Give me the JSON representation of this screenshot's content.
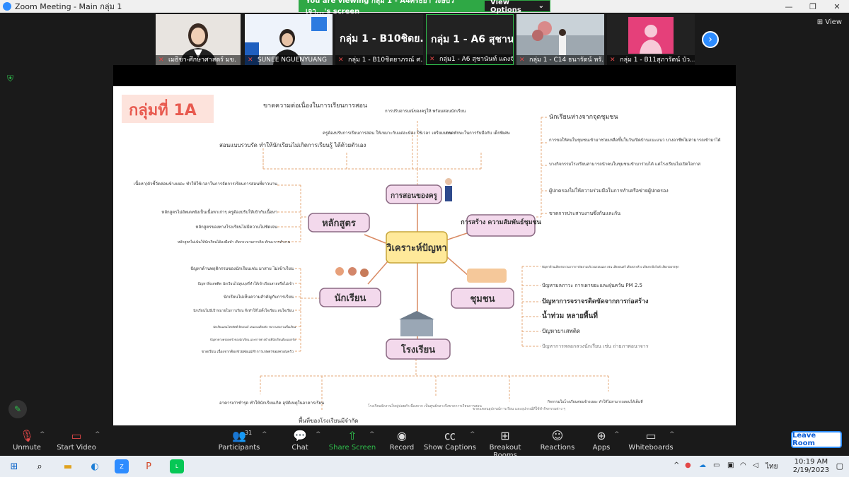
{
  "window": {
    "title": "Zoom Meeting - Main กลุ่ม 1",
    "min": "—",
    "max": "❐",
    "close": "✕"
  },
  "banner": {
    "message": "You are viewing กลุ่ม 1 - A4ศิริธิยา วงษ์บัวเจา...'s screen",
    "view_options": "View Options",
    "caret": "⌄"
  },
  "gallery": {
    "tiles": [
      {
        "name": "เมธิชา-ศึกษาศาสตร์ มข.",
        "big": ""
      },
      {
        "name": "SUNEE NGUENYUANG",
        "big": ""
      },
      {
        "name": "กลุ่ม 1 - B10ชิดยาภรณ์ ศ...",
        "big": "กลุ่ม 1 - B10ชิดย..."
      },
      {
        "name": "กลุ่ม1 - A6 สุชานันท์ แดงจันท...",
        "big": "กลุ่ม 1 - A6 สุชาน..."
      },
      {
        "name": "กลุ่ม 1 - C14 ธนารัตน์ หรั...",
        "big": ""
      },
      {
        "name": "กลุ่ม 1 - B11สุภารัตน์ บัว...",
        "big": ""
      }
    ],
    "view_label": "View",
    "next_icon": "›"
  },
  "mindmap": {
    "title": "กลุ่มที่ 1A",
    "center": "วิเคราะห์ปัญหา",
    "nodes": {
      "teaching": "การสอนของครู",
      "community_rel": "การสร้าง ความสัมพันธ์ชุมชน",
      "curriculum": "หลักสูตร",
      "student": "นักเรียน",
      "community": "ชุมชน",
      "school": "โรงเรียน"
    },
    "teaching_items": [
      "ขาดความต่อเนื่องในการเรียนการสอน",
      "การปรับอารมณ์ของครูให้ พร้อมสอนนักเรียน",
      "สอนแบบรวบรัด ทำให้นักเรียนไม่เกิดการเรียนรู้ ได้ด้วยตัวเอง",
      "ครูต้องปรับการเรียนการสอน ให้เหมาะกับแต่ละห้อง ใช้เวลา เตรียมนาน",
      "ขาดทักษะในการรับมือกับ เด็กพิเศษ"
    ],
    "community_rel_items": [
      "นักเรียนห่างจากจุดชุมชน",
      "การขอให้คนในชุมชนเข้ามาช่วยเหลือขึ้นในวันเปิดบ้านแนะแนว บางอาชีพไม่สามารถเข้ามาได้",
      "บางกิจกรรมโรงเรียนสามารถนำคนในชุมชนเข้ามาร่วมได้ แต่โรงเรียนไม่เปิดโอกาส",
      "ผู้ปกครองไม่ให้ความร่วมมือในการทำเครือข่ายผู้ปกครอง",
      "ขาดการประสานงานซึ่งกันและกัน"
    ],
    "curriculum_items": [
      "เนื้อหา/ตัวชี้วัดค่อนข้างเยอะ ทำให้ใช้เวลาในการจัดการเรียนการสอนที่ยาวนาน",
      "หลักสูตรไม่อัพเดทยังเป็นเนื้อหาเก่าๆ ครูต้องปรับให้เข้ากับเนื้อหา",
      "หลักสูตรของทางโรงเรียนไม่มีความไม่ชัดเจน",
      "หลักสูตรไม่เน้นให้นักเรียนได้ลงมือทำ เกิดกระบวนการคิด ทักษะการทำงาน"
    ],
    "student_items": [
      "ปัญหาด้านพฤติกรรมของนักเรียนเช่น มาสาย ไม่เข้าเรียน",
      "ปัญหาสิ่งเสพติด นักเรียนไปสูบบุหรี่ทำให้เข้าเรียนสายหรือไม่เข้า",
      "นักเรียนไม่เห็นความสำคัญกับการเรียน",
      "นักเรียนไม่มีเป้าหมายในการเรียน จึงทำให้ไม่ตั้งใจเรียน สนใจเรียน",
      "นักเรียนเล่นโทรศัพท์ ติดเกมส์ เล่นเกมเสียงดัง รบกวนก่อกวนชั้นเรียน",
      "ปัญหาทางครอบครัวของนักเรียน และการพาลบ้านที่นักเรียนต้องแบกรับ",
      "ขาดเรียน เนื่องจากต้องช่วยพ่อแม่ทำการเกษตรของครอบครัว"
    ],
    "community_items": [
      "ปัญหาด้านเสียงรบกวนจากการจัดงานบริเวณรอบนอก เช่น เสียงดนตรี เสียงประท้วง เสียงรถบีบไบค์ เสียงรอบรรทุก",
      "ปัญหามลภาวะ การเผาขยะและฝุ่นควัน PM 2.5",
      "ปัญหาการจราจรติดขัดจากการก่อสร้าง",
      "น้ำท่วม หลายพื้นที่",
      "ปัญหายาเสพติด",
      "ปัญหาการหลอกลวงนักเรียน เช่น ถ่ายภาพอนาจาร"
    ],
    "school_items": [
      "อาคารเก่าชำรุด ทำให้นักเรียนเกิด อุบัติเหตุในอาคารเรียน",
      "พื้นที่ของโรงเรียนมีจำกัด",
      "โรงเรียนจัดงานใหญ่บ่อยทำเนื่องจาก เป็นศูนย์กลางจึงขาดการเรียนการสอน",
      "ขาดแคลนอุปกรณ์การเรียน และอุปกรณ์ที่ใช้ทำกิจกรรมต่าง ๆ",
      "กิจกรรมในโรงเรียนค่อนข้างเยอะ ทำให้ไม่สามารถสอนได้เต็มที่"
    ]
  },
  "toolbar": {
    "unmute": "Unmute",
    "start_video": "Start Video",
    "participants": "Participants",
    "participant_count": "31",
    "chat": "Chat",
    "share_screen": "Share Screen",
    "record": "Record",
    "show_captions": "Show Captions",
    "breakout_rooms": "Breakout Rooms",
    "reactions": "Reactions",
    "apps": "Apps",
    "whiteboards": "Whiteboards",
    "leave": "Leave Room",
    "caret": "^"
  },
  "taskbar": {
    "lang": "ไทย",
    "time": "10:19 AM",
    "date": "2/19/2023",
    "tray_arrow": "^"
  },
  "colors": {
    "accent": "#2d8cff",
    "green": "#2fa845",
    "node_fill": "#f3d9ec",
    "center_fill": "#ffe99a",
    "line": "#e6a97a"
  }
}
